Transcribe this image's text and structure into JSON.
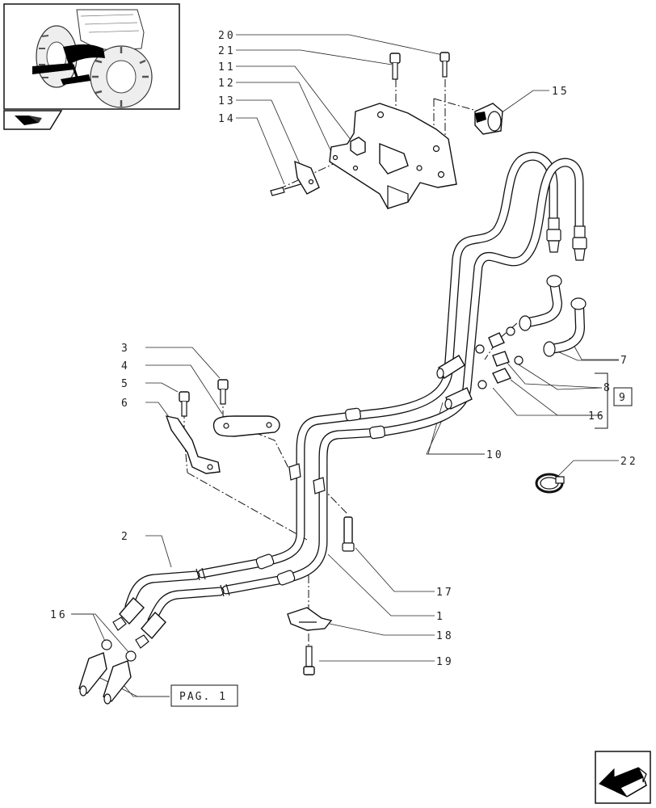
{
  "callouts": {
    "c20": "20",
    "c21": "21",
    "c11": "11",
    "c12": "12",
    "c13": "13",
    "c14": "14",
    "c15": "15",
    "c7": "7",
    "c8": "8",
    "c9": "9",
    "c16a": "16",
    "c10": "10",
    "c22": "22",
    "c3": "3",
    "c4": "4",
    "c5": "5",
    "c6": "6",
    "c2": "2",
    "c16b": "16",
    "c17": "17",
    "c1": "1",
    "c18": "18",
    "c19": "19"
  },
  "page_ref": "PAG. 1",
  "icons": {
    "thumbnail": "tractor-thumbnail-icon",
    "book": "book-index-icon",
    "nav": "next-page-arrow-icon"
  }
}
